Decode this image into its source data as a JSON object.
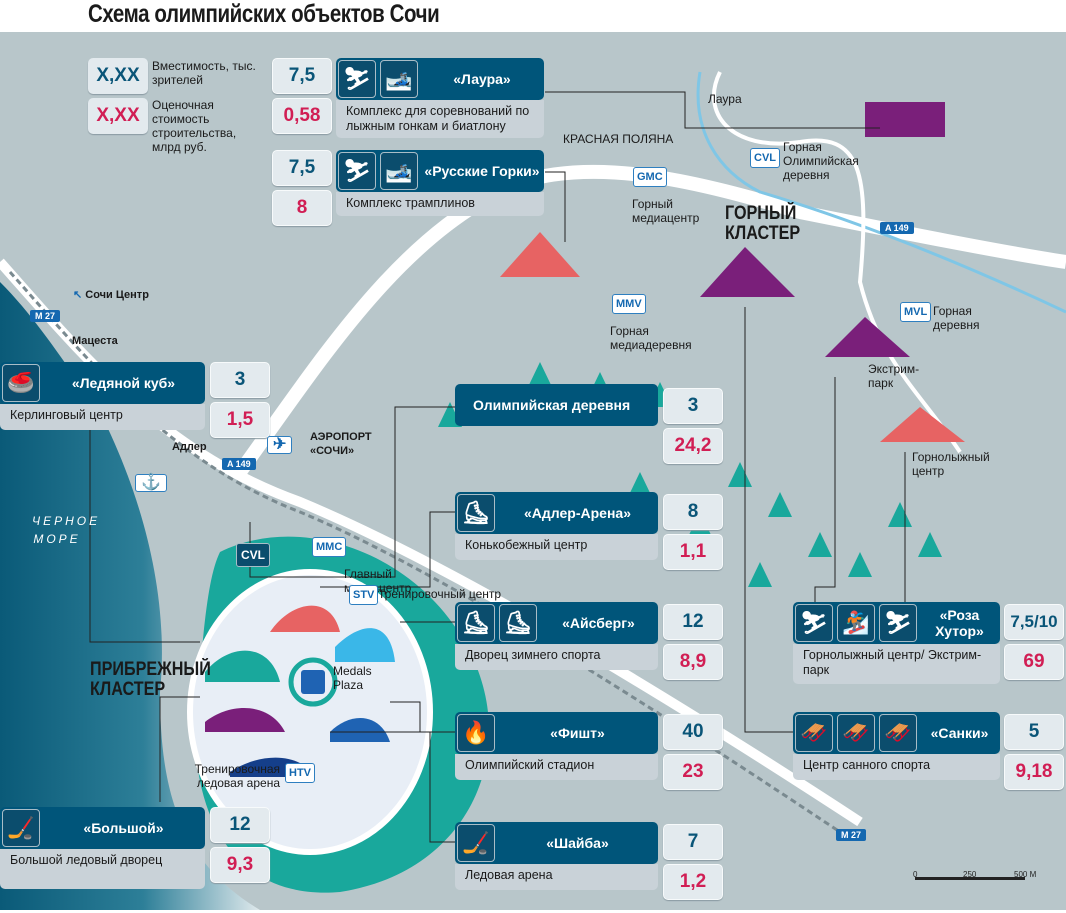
{
  "title": "Схема олимпийских объектов Сочи",
  "colors": {
    "capacity": "#0a5578",
    "cost": "#d11e54",
    "card_header": "#00557a",
    "teal": "#19a89c",
    "sea": "#0a5a78"
  },
  "legend": {
    "capacity_sample": "X,XX",
    "capacity_label": "Вместимость, тыс. зрителей",
    "cost_sample": "X,XX",
    "cost_label": "Оценочная стоимость строительства, млрд руб."
  },
  "venues": [
    {
      "name": "«Лаура»",
      "desc": "Комплекс для соревнований по лыжным гонкам и биатлону",
      "capacity": "7,5",
      "cost": "0,58",
      "icons": [
        "ski-jump-icon",
        "biathlon-icon"
      ]
    },
    {
      "name": "«Русские Горки»",
      "desc": "Комплекс трамплинов",
      "capacity": "7,5",
      "cost": "8",
      "icons": [
        "cross-country-ski-icon",
        "nordic-combined-icon"
      ]
    },
    {
      "name": "«Ледяной куб»",
      "desc": "Керлинговый центр",
      "capacity": "3",
      "cost": "1,5",
      "icons": [
        "curling-icon"
      ]
    },
    {
      "name": "Олимпийская деревня",
      "desc": "",
      "capacity": "3",
      "cost": "24,2",
      "icons": []
    },
    {
      "name": "«Адлер-Арена»",
      "desc": "Конькобежный центр",
      "capacity": "8",
      "cost": "1,1",
      "icons": [
        "speed-skating-icon"
      ]
    },
    {
      "name": "«Айсберг»",
      "desc": "Дворец зимнего спорта",
      "capacity": "12",
      "cost": "8,9",
      "icons": [
        "short-track-icon",
        "figure-skating-icon"
      ]
    },
    {
      "name": "«Фишт»",
      "desc": "Олимпийский стадион",
      "capacity": "40",
      "cost": "23",
      "icons": [
        "olympic-flame-icon"
      ]
    },
    {
      "name": "«Шайба»",
      "desc": "Ледовая арена",
      "capacity": "7",
      "cost": "1,2",
      "icons": [
        "hockey-icon"
      ]
    },
    {
      "name": "«Большой»",
      "desc": "Большой ледовый дворец",
      "capacity": "12",
      "cost": "9,3",
      "icons": [
        "hockey-icon"
      ]
    },
    {
      "name": "«Роза Хутор»",
      "desc": "Горнолыжный центр/ Экстрим-парк",
      "capacity": "7,5/10",
      "cost": "69",
      "icons": [
        "freestyle-icon",
        "snowboard-icon",
        "alpine-ski-icon"
      ]
    },
    {
      "name": "«Санки»",
      "desc": "Центр санного спорта",
      "capacity": "5",
      "cost": "9,18",
      "icons": [
        "bobsleigh-icon",
        "luge-icon",
        "skeleton-icon"
      ]
    }
  ],
  "map_labels": {
    "laura": "Лаура",
    "krasnaya_polyana": "КРАСНАЯ ПОЛЯНА",
    "gorny_cluster": "ГОРНЫЙ КЛАСТЕР",
    "coastal_cluster": "ПРИБРЕЖНЫЙ КЛАСТЕР",
    "sochi_center": "Сочи Центр",
    "matsesta": "Мацеста",
    "adler": "Адлер",
    "airport": "АЭРОПОРТ «СОЧИ»",
    "sea": "ЧЕРНОЕ МОРЕ",
    "gorny_media_center": "Горный медиацентр",
    "gorny_olympic_village": "Горная Олимпийская деревня",
    "gorny_media_village": "Горная медиадеревня",
    "gorny_village": "Горная деревня",
    "extreme_park": "Экстрим-парк",
    "ski_center": "Горнолыжный центр",
    "main_media_center": "Главный медиацентр",
    "training_center": "Тренировочный центр",
    "training_ice_arena": "Тренировочная ледовая арена",
    "medals_plaza": "Medals Plaza"
  },
  "badges": {
    "cvl": "CVL",
    "gmc": "GMC",
    "mmv": "MMV",
    "mvl": "MVL",
    "mmc": "MMC",
    "stv": "STV",
    "htv": "HTV"
  },
  "roads": {
    "a149": "A 149",
    "m27": "M 27"
  },
  "scale": {
    "zero": "0",
    "mid": "250",
    "max": "500 M"
  }
}
